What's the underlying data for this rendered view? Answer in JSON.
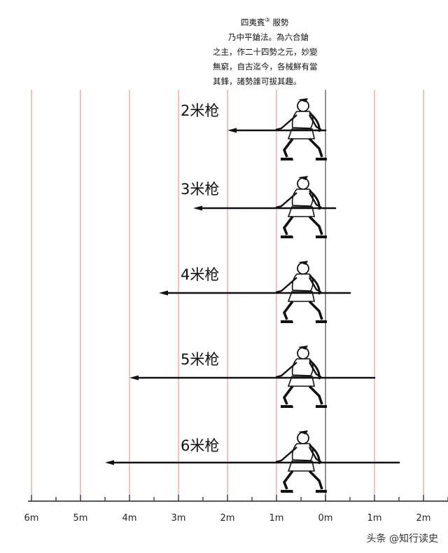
{
  "caption": {
    "heading": "四夷賓",
    "note_mark": "③",
    "heading_suffix": "服勢",
    "lines": [
      "乃中平鎗法。為六合鎗",
      "之主，作二十四勢之元，妙變",
      "無窮，自古迄今，各械鮮有當",
      "其鋒，諸勢誰可拔其趣。"
    ]
  },
  "axis": {
    "labels": [
      {
        "label": "6m",
        "value": -6
      },
      {
        "label": "5m",
        "value": -5
      },
      {
        "label": "4m",
        "value": -4
      },
      {
        "label": "3m",
        "value": -3
      },
      {
        "label": "2m",
        "value": -2
      },
      {
        "label": "1m",
        "value": -1
      },
      {
        "label": "0m",
        "value": 0
      },
      {
        "label": "1m",
        "value": 1
      },
      {
        "label": "2m",
        "value": 2
      }
    ],
    "gridline_color": "#f2a0a0",
    "zero_line_color": "#777777"
  },
  "rows": [
    {
      "label": "2米枪",
      "tip_m": -2.0,
      "butt_m": 0.0
    },
    {
      "label": "3米枪",
      "tip_m": -2.7,
      "butt_m": 0.2
    },
    {
      "label": "4米枪",
      "tip_m": -3.4,
      "butt_m": 0.5
    },
    {
      "label": "5米枪",
      "tip_m": -4.0,
      "butt_m": 1.0
    },
    {
      "label": "6米枪",
      "tip_m": -4.5,
      "butt_m": 1.5
    }
  ],
  "watermark": "头条 @知行读史"
}
